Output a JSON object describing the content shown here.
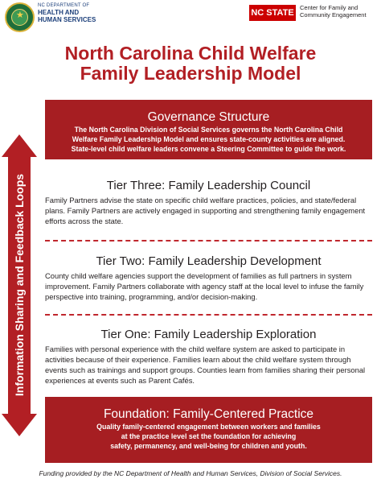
{
  "header": {
    "dhhs_line1": "NC DEPARTMENT OF",
    "dhhs_line2": "HEALTH AND",
    "dhhs_line3": "HUMAN SERVICES",
    "ncstate": "NC STATE",
    "center_line1": "Center for Family and",
    "center_line2": "Community Engagement"
  },
  "title": {
    "line1": "North Carolina Child Welfare",
    "line2": "Family Leadership Model"
  },
  "side_arrow": {
    "label": "Information Sharing and Feedback Loops"
  },
  "governance": {
    "title": "Governance Structure",
    "line1": "The North Carolina Division of Social Services governs the North Carolina Child",
    "line2": "Welfare Family Leadership Model and ensures state-county activities are aligned.",
    "line3": "State-level child welfare leaders convene a Steering Committee to guide the work."
  },
  "tiers": [
    {
      "title": "Tier Three: Family Leadership Council",
      "body": "Family Partners advise the state on specific child welfare practices, policies, and state/federal plans. Family Partners are actively engaged in supporting and strengthening family engagement efforts across the state."
    },
    {
      "title": "Tier Two: Family Leadership Development",
      "body": "County child welfare agencies support the development of families as full partners in system improvement. Family Partners collaborate with agency staff at the local level to infuse the family perspective into training, programming, and/or decision-making."
    },
    {
      "title": "Tier One: Family Leadership Exploration",
      "body": "Families with personal experience with the child welfare system are asked to participate in activities because of their experience. Families learn about the child welfare system through events such as trainings and support groups. Counties learn from families sharing their personal experiences at events such as Parent Cafés."
    }
  ],
  "foundation": {
    "title": "Foundation: Family-Centered Practice",
    "line1": "Quality family-centered engagement between workers and families",
    "line2": "at the practice level set the foundation for achieving",
    "line3": "safety, permanency, and well-being for children and youth."
  },
  "funding": "Funding provided by the NC Department of Health and Human Services, Division of Social Services.",
  "colors": {
    "brand_red": "#a61e22",
    "title_red": "#b21f24",
    "dhhs_blue": "#1c3f7a",
    "ncstate_red": "#cc0000"
  }
}
